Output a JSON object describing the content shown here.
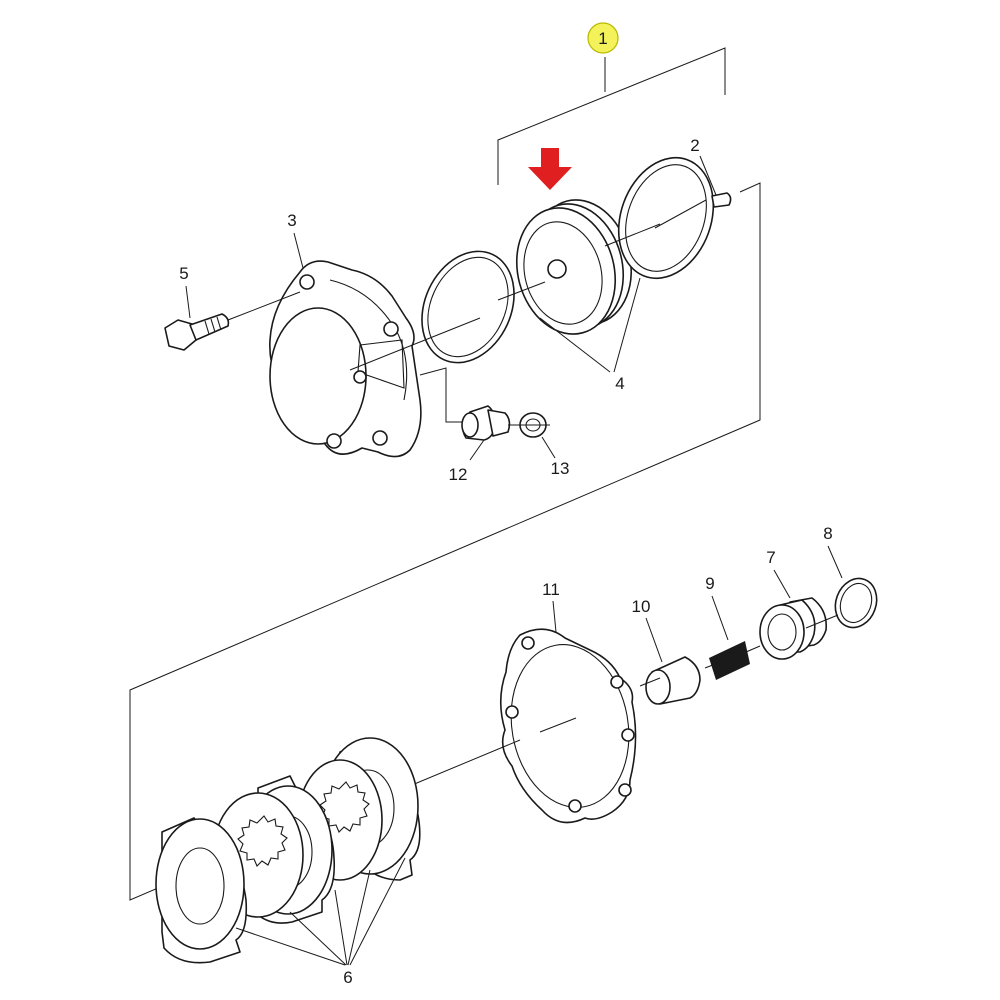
{
  "diagram": {
    "callouts": {
      "assembly": "1",
      "p2": "2",
      "p3": "3",
      "p4": "4",
      "p5": "5",
      "p6": "6",
      "p7": "7",
      "p8": "8",
      "p9": "9",
      "p10": "10",
      "p11": "11",
      "p12": "12",
      "p13": "13"
    },
    "highlight_color": "#f3f25a",
    "arrow_color": "#e02020",
    "arrow_icon": "arrow-down-icon"
  }
}
